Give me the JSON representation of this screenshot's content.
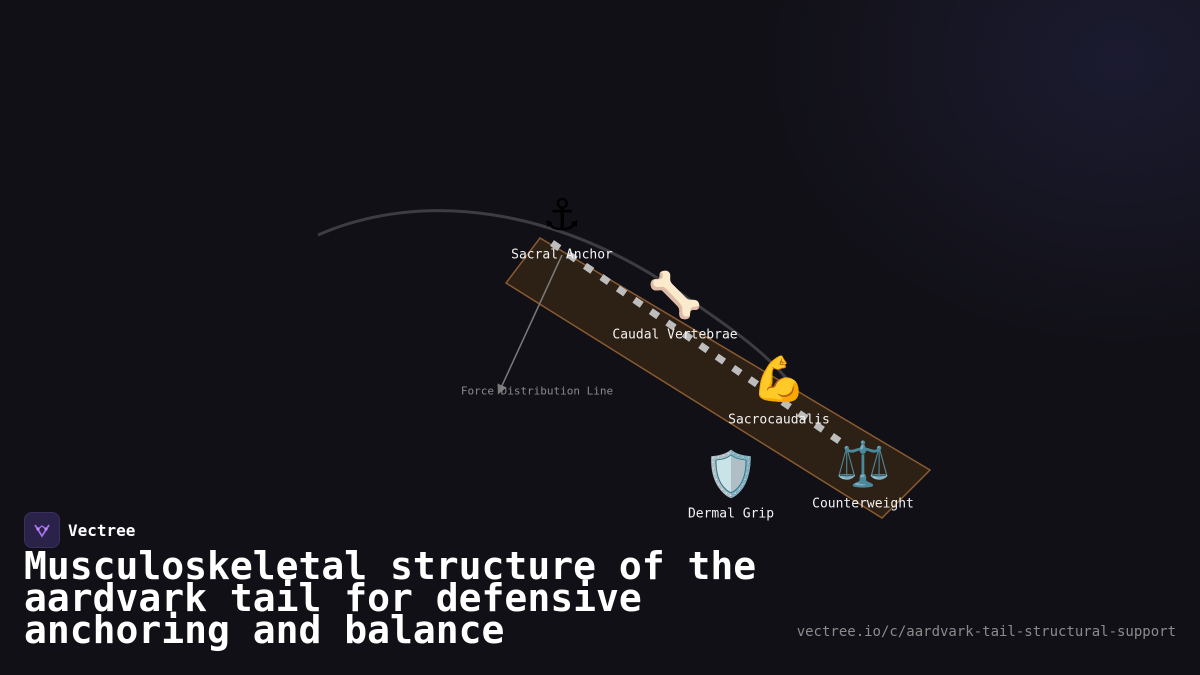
{
  "brand": {
    "name": "Vectree"
  },
  "title": "Musculoskeletal structure of the aardvark tail for defensive anchoring and balance",
  "url": "vectree.io/c/aardvark-tail-structural-support",
  "diagram": {
    "nodes": {
      "sacral_anchor": {
        "icon": "⚓",
        "icon_name": "anchor-icon",
        "label": "Sacral Anchor"
      },
      "caudal_vertebrae": {
        "icon": "🦴",
        "icon_name": "bone-icon",
        "label": "Caudal Vertebrae"
      },
      "sacrocaudalis": {
        "icon": "💪",
        "icon_name": "flexed-biceps-icon",
        "label": "Sacrocaudalis"
      },
      "dermal_grip": {
        "icon": "🛡️",
        "icon_name": "shield-icon",
        "label": "Dermal Grip"
      },
      "counterweight": {
        "icon": "⚖️",
        "icon_name": "balance-scale-icon",
        "label": "Counterweight"
      }
    },
    "force_label": "Force Distribution Line",
    "colors": {
      "band_fill": "#2d2015",
      "band_stroke": "#8a5a30",
      "dash": "#bdbdbd",
      "curve": "#3c3c42",
      "arrow": "#7a7a7a"
    }
  }
}
